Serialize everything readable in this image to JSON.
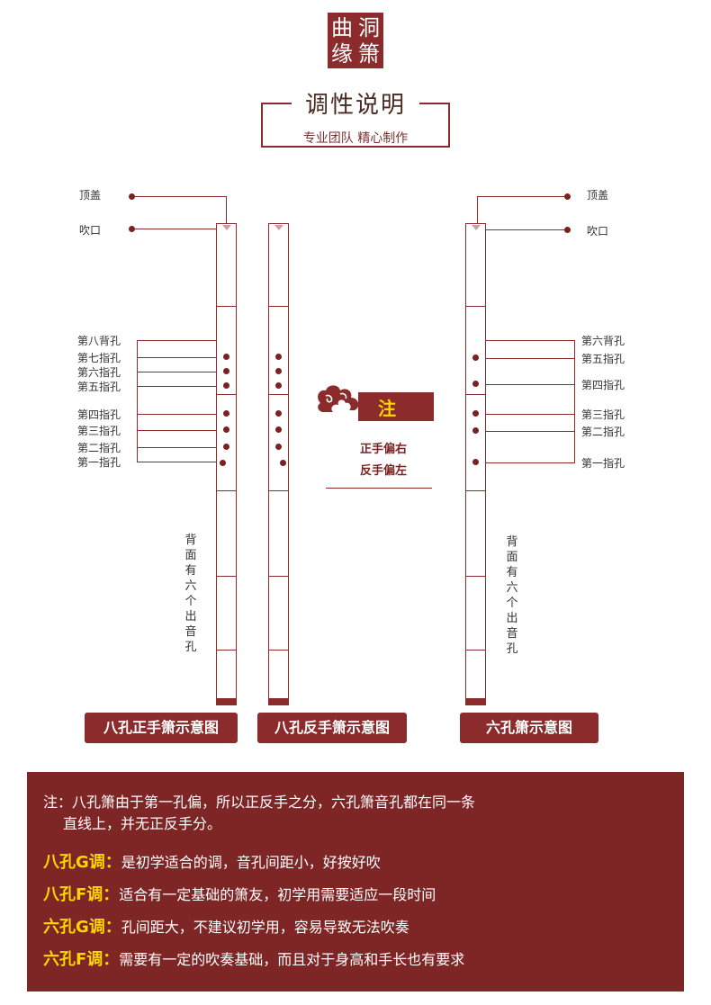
{
  "logo": {
    "chars": [
      "曲",
      "洞",
      "缘",
      "箫"
    ]
  },
  "header": {
    "title": "调性说明",
    "subtitle": "专业团队  精心制作"
  },
  "left_labels": {
    "top_cap": "顶盖",
    "mouth": "吹口",
    "holes": [
      "第八背孔",
      "第七指孔",
      "第六指孔",
      "第五指孔",
      "第四指孔",
      "第三指孔",
      "第二指孔",
      "第一指孔"
    ]
  },
  "right_labels": {
    "top_cap": "顶盖",
    "mouth": "吹口",
    "holes": [
      "第六背孔",
      "第五指孔",
      "第四指孔",
      "第三指孔",
      "第二指孔",
      "第一指孔"
    ]
  },
  "back_text_left": "背面有六个出音孔",
  "back_text_right": "背面有六个出音孔",
  "note": {
    "tag": "注",
    "line1": "正手偏右",
    "line2": "反手偏左"
  },
  "captions": {
    "eight_right": "八孔正手箫示意图",
    "eight_left": "八孔反手箫示意图",
    "six": "六孔箫示意图"
  },
  "panel": {
    "note_line1": "注：八孔箫由于第一孔偏，所以正反手之分，六孔箫音孔都在同一条",
    "note_line2": "直线上，并无正反手分。",
    "items": [
      {
        "key": "八孔G调：",
        "text": "是初学适合的调，音孔间距小，好按好吹"
      },
      {
        "key": "八孔F调：",
        "text": "适合有一定基础的箫友，初学用需要适应一段时间"
      },
      {
        "key": "六孔G调：",
        "text": "孔间距大，不建议初学用，容易导致无法吹奏"
      },
      {
        "key": "六孔F调：",
        "text": "需要有一定的吹奏基础，而且对于身高和手长也有要求"
      }
    ]
  },
  "colors": {
    "brand": "#8b2b2b",
    "highlight": "#ffd500"
  }
}
